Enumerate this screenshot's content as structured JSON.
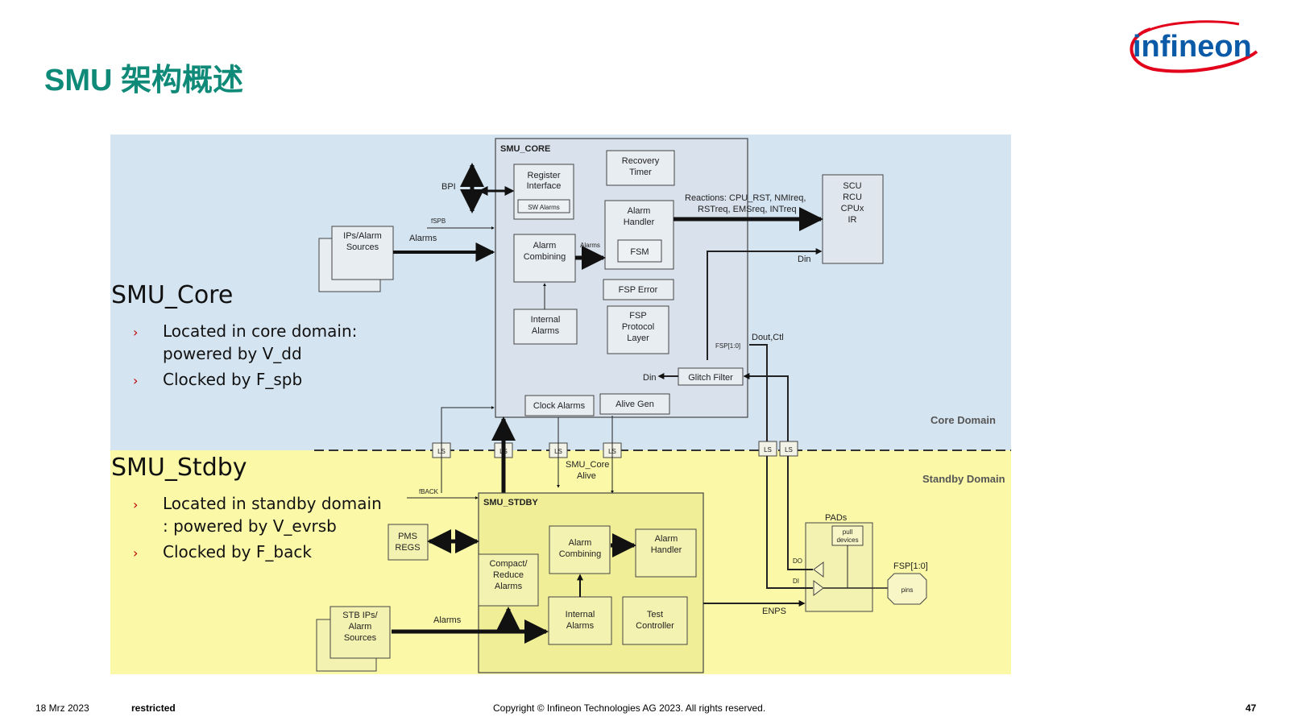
{
  "header": {
    "title": "SMU 架构概述"
  },
  "logo": {
    "text": "infineon",
    "accent": "#e2001a",
    "text_color": "#0a5aa8"
  },
  "colors": {
    "core_domain_bg": "#d5e4f1",
    "standby_domain_bg": "#fbf9a8",
    "title": "#108a78"
  },
  "footer": {
    "date": "18 Mrz 2023",
    "classification": "restricted",
    "copyright": "Copyright © Infineon Technologies AG 2023. All rights reserved.",
    "page": "47"
  },
  "diagram": {
    "domains": {
      "core": "Core Domain",
      "standby": "Standby Domain"
    },
    "core_section": {
      "heading": "SMU_Core",
      "bullets": [
        {
          "line1": "Located in core domain:",
          "line2": "powered by V_dd"
        },
        {
          "line1": "Clocked by F_spb",
          "line2": ""
        }
      ]
    },
    "stdby_section": {
      "heading": "SMU_Stdby",
      "bullets": [
        {
          "line1": "Located in standby domain",
          "line2": ": powered by V_evrsb"
        },
        {
          "line1": "Clocked by F_back",
          "line2": ""
        }
      ]
    },
    "bullet_symbol": "›",
    "smu_core": {
      "label": "SMU_CORE",
      "register_interface": [
        "Register",
        "Interface"
      ],
      "sw_alarms": "SW Alarms",
      "recovery_timer": [
        "Recovery",
        "Timer"
      ],
      "alarm_handler": [
        "Alarm",
        "Handler"
      ],
      "fsm": "FSM",
      "alarm_combining": [
        "Alarm",
        "Combining"
      ],
      "alarms_small": "Alarms",
      "fsp_error": "FSP Error",
      "fsp_protocol_layer": [
        "FSP",
        "Protocol",
        "Layer"
      ],
      "internal_alarms": [
        "Internal",
        "Alarms"
      ],
      "glitch_filter": "Glitch Filter",
      "clock_alarms": "Clock Alarms",
      "alive_gen": "Alive Gen"
    },
    "external": {
      "bpi": "BPI",
      "fspb": "fSPB",
      "ips_alarm_sources": [
        "IPs/Alarm",
        "Sources"
      ],
      "alarms": "Alarms",
      "scu_block": [
        "SCU",
        "RCU",
        "CPUx",
        "IR"
      ],
      "reactions": [
        "Reactions: CPU_RST, NMIreq,",
        "RSTreq, EMSreq, INTreq"
      ],
      "din": "Din",
      "dout_ctl": "Dout,Ctl",
      "fsp_bus": "FSP[1:0]",
      "din_left": "Din",
      "ls": "LS",
      "smu_core_alive": [
        "SMU_Core",
        "Alive"
      ],
      "fback": "fBACK"
    },
    "smu_stdby": {
      "label": "SMU_STDBY",
      "pms_regs": [
        "PMS",
        "REGS"
      ],
      "compact_reduce": [
        "Compact/",
        "Reduce",
        "Alarms"
      ],
      "alarm_combining": [
        "Alarm",
        "Combining"
      ],
      "alarm_handler": [
        "Alarm",
        "Handler"
      ],
      "internal_alarms": [
        "Internal",
        "Alarms"
      ],
      "test_controller": [
        "Test",
        "Controller"
      ],
      "stb_ips": [
        "STB IPs/",
        "Alarm",
        "Sources"
      ],
      "alarms": "Alarms",
      "enps": "ENPS",
      "pads": "PADs",
      "pull_devices": [
        "pull",
        "devices"
      ],
      "do": "DO",
      "di": "DI",
      "fsp_pins_label": "FSP[1:0]",
      "pins": "pins"
    }
  }
}
